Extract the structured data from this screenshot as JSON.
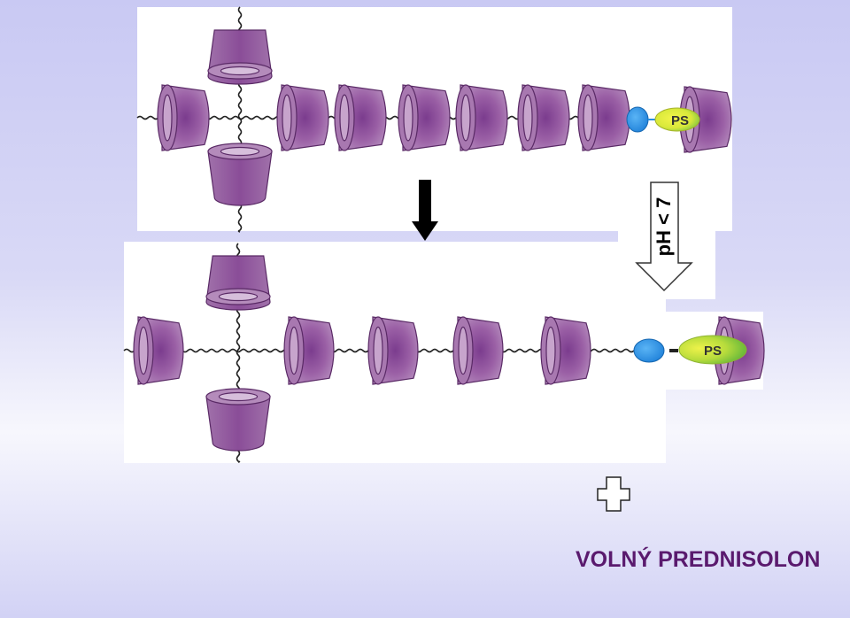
{
  "labels": {
    "prodrug_top": "PS",
    "prodrug_bottom": "PS",
    "ph_condition": "pH < 7",
    "free_drug": "VOLNÝ PREDNISOLON"
  },
  "colors": {
    "cyclodextrin": "#9a5fa5",
    "cyclodextrin_dark": "#6c2f7a",
    "linker_blue": "#2a8fe0",
    "prednisolone_yellow": "#e8ef2a",
    "prednisolone_green": "#6cc044",
    "free_label": "#5a1a6e"
  },
  "icons": {
    "reaction_arrow": "arrow-down-icon",
    "ph_arrow": "hollow-arrow-down-icon",
    "plus": "plus-icon"
  }
}
